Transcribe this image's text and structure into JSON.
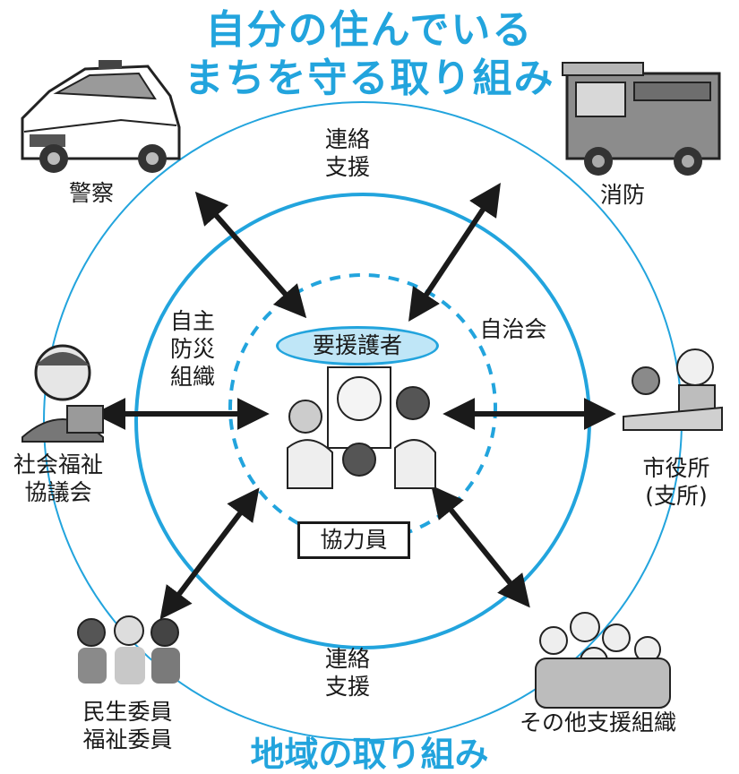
{
  "title": {
    "line1": "自分の住んでいる",
    "line2": "まちを守る取り組み"
  },
  "footer_partial": "地域の取り組み",
  "nodes": {
    "police": "警察",
    "fire": "消防",
    "welfare_council": [
      "社会福祉",
      "協議会"
    ],
    "city_office": [
      "市役所",
      "(支所)"
    ],
    "commissioners": [
      "民生委員",
      "福祉委員"
    ],
    "other_orgs": "その他支援組織"
  },
  "inner_labels": {
    "disaster_org": [
      "自主",
      "防災",
      "組織"
    ],
    "neighborhood": "自治会",
    "center_oval": "要援護者",
    "cooperators_box": "協力員"
  },
  "ring_labels": {
    "top": [
      "連絡",
      "支援"
    ],
    "bottom": [
      "連絡",
      "支援"
    ]
  },
  "colors": {
    "accent": "#22a4dd",
    "oval_fill": "#bfe6f7",
    "arrow": "#1a1a1a"
  }
}
